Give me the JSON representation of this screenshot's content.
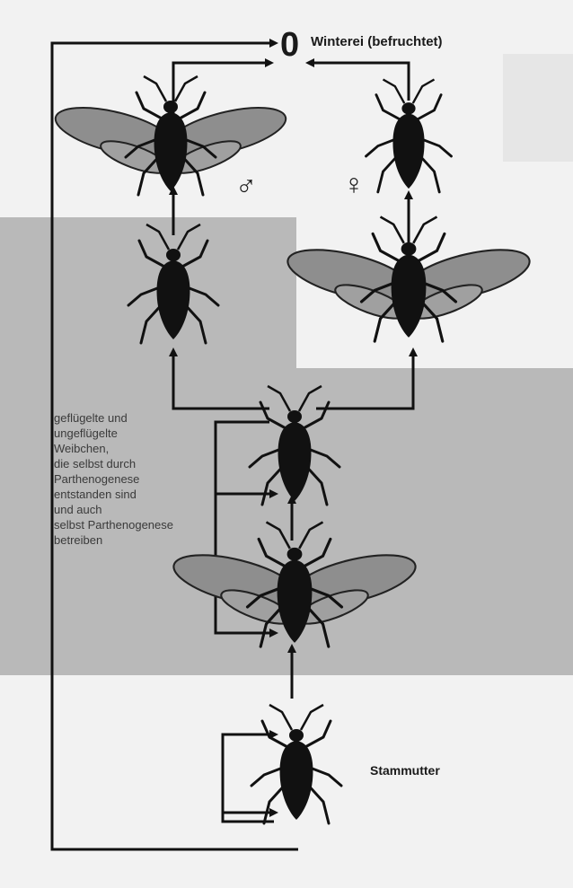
{
  "labels": {
    "egg_symbol": "0",
    "winter_egg": "Winterei (befruchtet)",
    "male_symbol": "♂",
    "female_symbol": "♀",
    "description_lines": [
      "geflügelte und",
      "ungeflügelte",
      "Weibchen,",
      "die selbst durch",
      "Parthenogenese",
      "entstanden sind",
      "und auch",
      "selbst Parthenogenese",
      "betreiben"
    ],
    "stem_mother": "Stammutter"
  },
  "colors": {
    "background": "#f2f2f2",
    "shaded_region": "#b9b9b9",
    "light_region": "#d6d6d6",
    "wing_fill": "#8e8e8e",
    "insect_body": "#111111",
    "arrow": "#111111"
  },
  "insects": [
    {
      "name": "male-winged-insect",
      "winged": true
    },
    {
      "name": "female-wingless-insect",
      "winged": false
    },
    {
      "name": "wingless-female-left",
      "winged": false
    },
    {
      "name": "winged-female-right",
      "winged": true
    },
    {
      "name": "wingless-female-center",
      "winged": false
    },
    {
      "name": "winged-female-center",
      "winged": true
    },
    {
      "name": "stem-mother-insect",
      "winged": false
    }
  ]
}
